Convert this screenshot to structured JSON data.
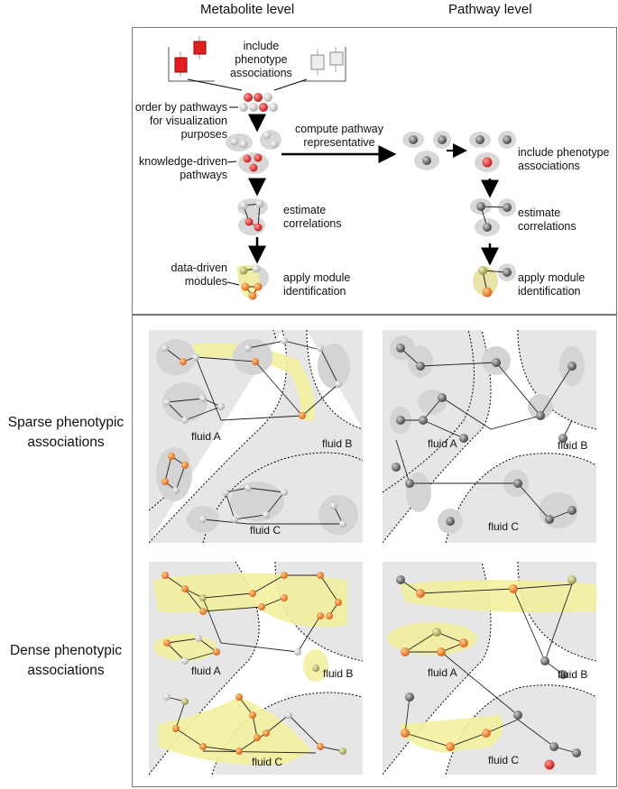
{
  "headers": {
    "metabolite": "Metabolite level",
    "pathway": "Pathway level"
  },
  "rows": {
    "sparse": [
      "Sparse phenotypic",
      "associations"
    ],
    "dense": [
      "Dense phenotypic",
      "associations"
    ]
  },
  "metabolite_steps": {
    "include_phenotype": [
      "include",
      "phenotype",
      "associations"
    ],
    "order_by": [
      "order by pathways",
      "for visualization",
      "purposes"
    ],
    "knowledge": [
      "knowledge-driven",
      "pathways"
    ],
    "estimate": [
      "estimate",
      "correlations"
    ],
    "data_driven": [
      "data-driven",
      "modules"
    ],
    "module_id": [
      "apply module",
      "identification"
    ]
  },
  "transition": [
    "compute pathway",
    "representative"
  ],
  "pathway_steps": {
    "include_phenotype": [
      "include phenotype",
      "associations"
    ],
    "estimate": [
      "estimate",
      "correlations"
    ],
    "module_id": [
      "apply module",
      "identification"
    ]
  },
  "fluids": {
    "a": "fluid A",
    "b": "fluid B",
    "c": "fluid C"
  },
  "colors": {
    "highlight": "#f3f0a0",
    "node_active": "#e8702a",
    "node_red": "#d92020",
    "node_grey": "#5a5a5a",
    "panel_bg": "#e6e6e6"
  }
}
